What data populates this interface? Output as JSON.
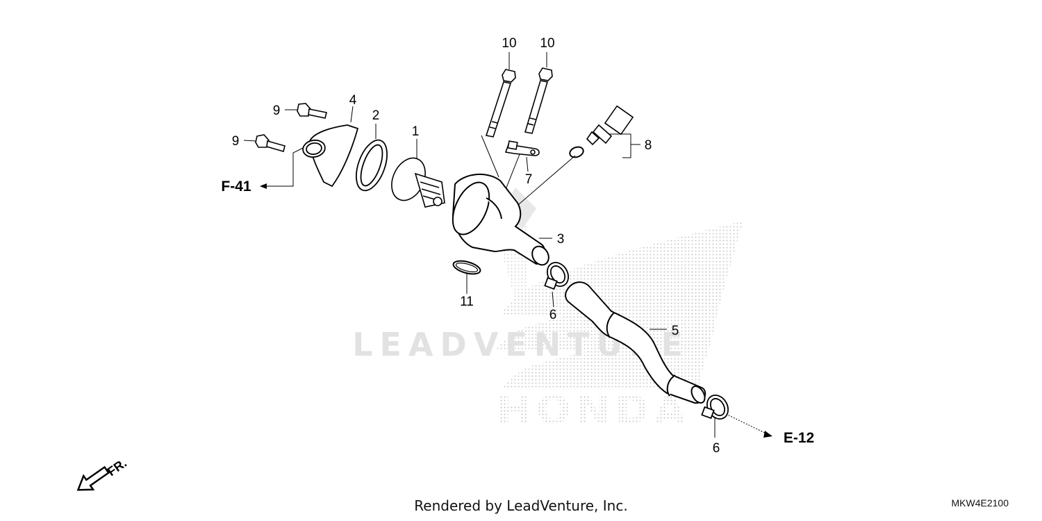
{
  "watermark": {
    "brand_line": "LEADVENTURE",
    "make_line": "HONDA"
  },
  "callouts": [
    {
      "id": "c1",
      "text": "1"
    },
    {
      "id": "c2",
      "text": "2"
    },
    {
      "id": "c3",
      "text": "3"
    },
    {
      "id": "c4",
      "text": "4"
    },
    {
      "id": "c5",
      "text": "5"
    },
    {
      "id": "c6a",
      "text": "6"
    },
    {
      "id": "c6b",
      "text": "6"
    },
    {
      "id": "c7",
      "text": "7"
    },
    {
      "id": "c8",
      "text": "8"
    },
    {
      "id": "c9a",
      "text": "9"
    },
    {
      "id": "c9b",
      "text": "9"
    },
    {
      "id": "c10a",
      "text": "10"
    },
    {
      "id": "c10b",
      "text": "10"
    },
    {
      "id": "c11",
      "text": "11"
    }
  ],
  "references": {
    "left": "F-41",
    "right": "E-12"
  },
  "direction_indicator": {
    "label": "FR.",
    "icon": "front-arrow-icon"
  },
  "footer": {
    "rendered_by": "Rendered by LeadVenture, Inc.",
    "diagram_code": "MKW4E2100"
  }
}
